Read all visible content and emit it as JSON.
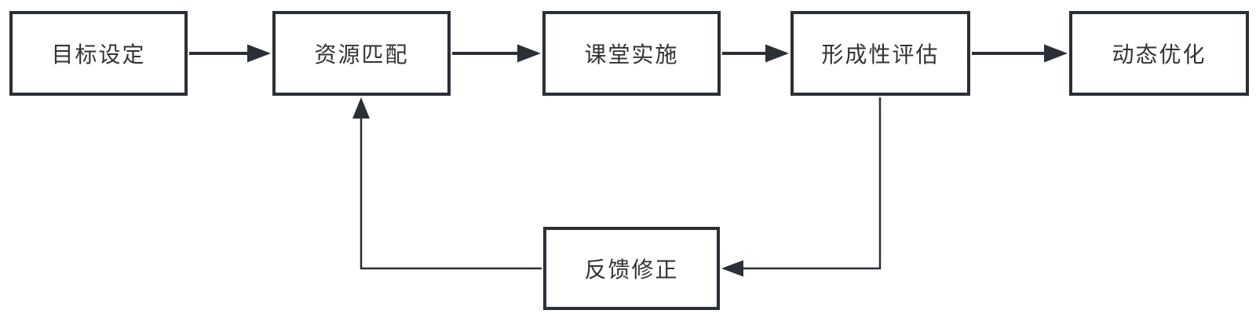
{
  "diagram": {
    "type": "flowchart",
    "nodes": [
      {
        "id": "goal",
        "label": "目标设定"
      },
      {
        "id": "resource",
        "label": "资源匹配"
      },
      {
        "id": "classroom",
        "label": "课堂实施"
      },
      {
        "id": "assessment",
        "label": "形成性评估"
      },
      {
        "id": "optimize",
        "label": "动态优化"
      },
      {
        "id": "feedback",
        "label": "反馈修正"
      }
    ],
    "edges": [
      {
        "from": "目标设定",
        "to": "资源匹配",
        "style": "straight-arrow"
      },
      {
        "from": "资源匹配",
        "to": "课堂实施",
        "style": "straight-arrow"
      },
      {
        "from": "课堂实施",
        "to": "形成性评估",
        "style": "straight-arrow"
      },
      {
        "from": "形成性评估",
        "to": "动态优化",
        "style": "straight-arrow"
      },
      {
        "from": "形成性评估",
        "to": "反馈修正",
        "style": "elbow-arrow-down-left"
      },
      {
        "from": "反馈修正",
        "to": "资源匹配",
        "style": "elbow-arrow-left-up"
      }
    ],
    "colors": {
      "stroke": "#2b2f36",
      "node_border": "#2b2f36",
      "node_fill": "#ffffff",
      "text": "#333333",
      "background": "#ffffff"
    }
  }
}
